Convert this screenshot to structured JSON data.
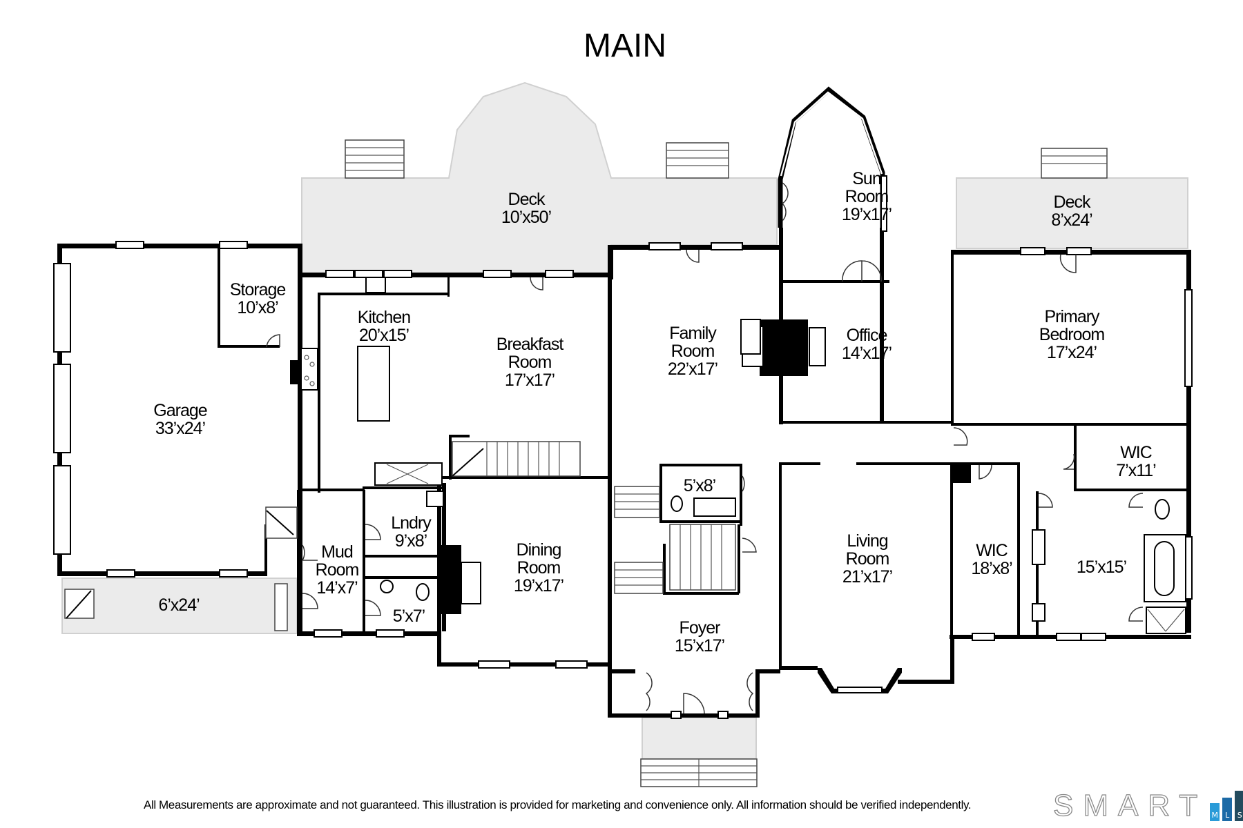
{
  "title": "MAIN",
  "rooms": {
    "deck_rear": {
      "name": "Deck",
      "size": "10’x50’"
    },
    "sun_room": {
      "name1": "Sun",
      "name2": "Room",
      "size": "19’x17’"
    },
    "deck_right": {
      "name": "Deck",
      "size": "8’x24’"
    },
    "storage": {
      "name": "Storage",
      "size": "10’x8’"
    },
    "kitchen": {
      "name": "Kitchen",
      "size": "20’x15’"
    },
    "breakfast_room": {
      "name1": "Breakfast",
      "name2": "Room",
      "size": "17’x17’"
    },
    "family_room": {
      "name1": "Family",
      "name2": "Room",
      "size": "22’x17’"
    },
    "office": {
      "name": "Office",
      "size": "14’x17’"
    },
    "primary_bedroom": {
      "name1": "Primary",
      "name2": "Bedroom",
      "size": "17’x24’"
    },
    "garage": {
      "name": "Garage",
      "size": "33’x24’"
    },
    "wic_small": {
      "name": "WIC",
      "size": "7’x11’"
    },
    "powder_room": {
      "size": "5’x8’"
    },
    "laundry": {
      "name": "Lndry",
      "size": "9’x8’"
    },
    "mud_room": {
      "name1": "Mud",
      "name2": "Room",
      "size": "14’x7’"
    },
    "dining_room": {
      "name1": "Dining",
      "name2": "Room",
      "size": "19’x17’"
    },
    "living_room": {
      "name1": "Living",
      "name2": "Room",
      "size": "21’x17’"
    },
    "wic_large": {
      "name": "WIC",
      "size": "18’x8’"
    },
    "primary_bath": {
      "size": "15’x15’"
    },
    "half_bath": {
      "size": "5’x7’"
    },
    "side_porch": {
      "size": "6’x24’"
    },
    "foyer": {
      "name": "Foyer",
      "size": "15’x17’"
    }
  },
  "footer": {
    "disclaimer": "All Measurements are approximate and not guaranteed.  This illustration is provided for marketing and convenience only.  All information should be verified independently.",
    "logo_word": "SMART",
    "logo_bars": [
      {
        "letter": "M",
        "color": "#2a9bd8",
        "height": 26
      },
      {
        "letter": "L",
        "color": "#1c6aa6",
        "height": 34
      },
      {
        "letter": "S",
        "color": "#234b5e",
        "height": 44
      }
    ]
  }
}
